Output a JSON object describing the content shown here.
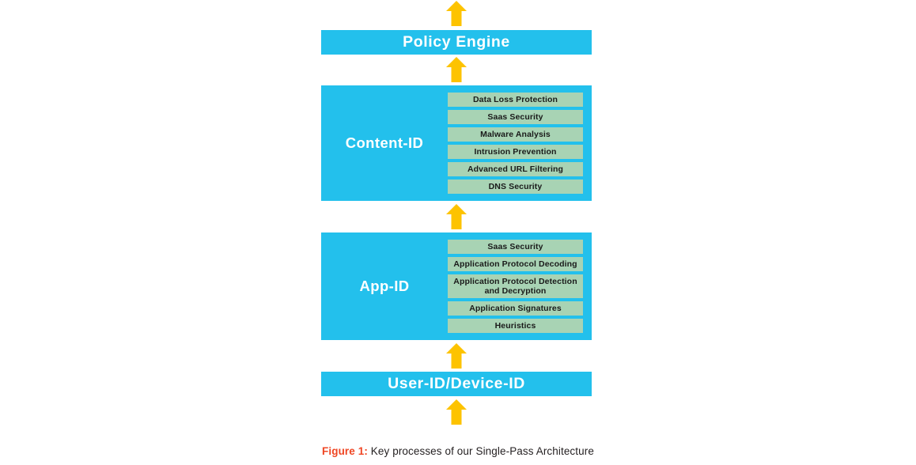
{
  "figure": {
    "caption_label": "Figure 1:",
    "caption_text": " Key processes of our Single-Pass Architecture",
    "label_color": "#EF4623",
    "text_color": "#231f20"
  },
  "colors": {
    "panel_cyan": "#23C0EC",
    "sub_item_green": "#A8D3B4",
    "arrow_yellow": "#FDC300",
    "bar_text": "#FFFFFF",
    "sub_item_text": "#1A1A1A",
    "background": "#FFFFFF"
  },
  "arrows": {
    "icon": "arrow-up-icon",
    "direction": "up",
    "count": 5
  },
  "stack": {
    "top_bar": {
      "label": "Policy Engine"
    },
    "content_id": {
      "label": "Content-ID",
      "items": [
        {
          "label": "Data Loss Protection"
        },
        {
          "label": "Saas Security"
        },
        {
          "label": "Malware Analysis"
        },
        {
          "label": "Intrusion Prevention"
        },
        {
          "label": "Advanced URL Filtering"
        },
        {
          "label": "DNS Security"
        }
      ]
    },
    "app_id": {
      "label": "App-ID",
      "items": [
        {
          "label": "Saas Security"
        },
        {
          "label": "Application Protocol Decoding"
        },
        {
          "label": "Application Protocol Detection and Decryption"
        },
        {
          "label": "Application Signatures"
        },
        {
          "label": "Heuristics"
        }
      ]
    },
    "bottom_bar": {
      "label": "User-ID/Device-ID"
    }
  }
}
